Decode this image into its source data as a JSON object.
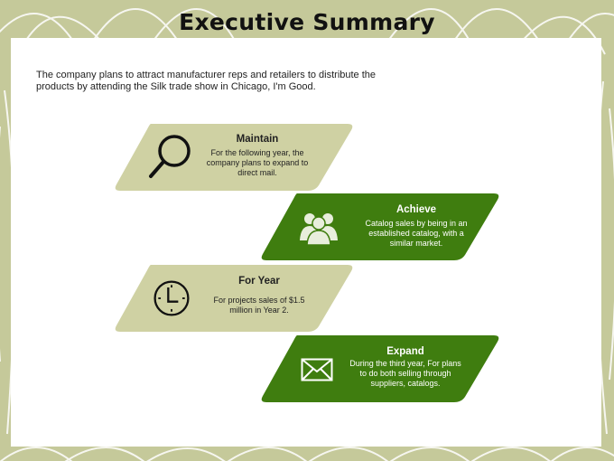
{
  "title": "Executive Summary",
  "intro": "The company plans to attract manufacturer reps and retailers to distribute the products by attending the Silk trade show in Chicago, I'm Good.",
  "colors": {
    "light": "#cfd1a3",
    "dark": "#3f7d0f",
    "background": "#c5c99a"
  },
  "cards": [
    {
      "heading": "Maintain",
      "body": "For the following year, the company plans to expand to direct mail.",
      "icon": "magnifier-icon"
    },
    {
      "heading": "Achieve",
      "body": "Catalog sales by being in an established catalog, with a similar market.",
      "icon": "people-icon"
    },
    {
      "heading": "For Year",
      "body": "For projects sales of $1.5 million in Year 2.",
      "icon": "clock-icon"
    },
    {
      "heading": "Expand",
      "body": "During the third year, For plans to do both selling through suppliers, catalogs.",
      "icon": "envelope-icon"
    }
  ]
}
